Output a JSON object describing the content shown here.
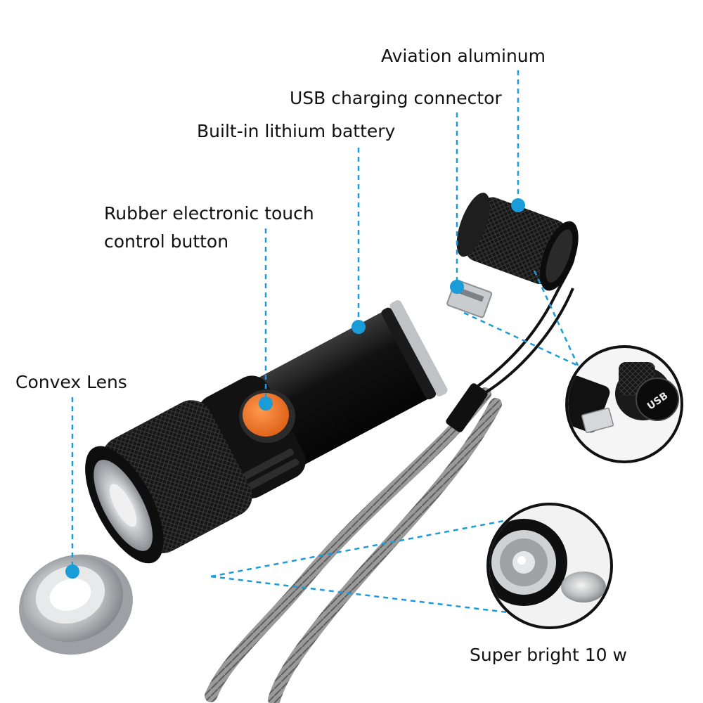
{
  "labels": {
    "aviation_aluminum": "Aviation aluminum",
    "usb_connector": "USB charging connector",
    "battery": "Built-in lithium battery",
    "touch_button_line1": "Rubber electronic touch",
    "touch_button_line2": "control button",
    "convex_lens": "Convex Lens",
    "super_bright": "Super bright 10 w"
  },
  "inset_usb": {
    "cap_text": "USB"
  },
  "colors": {
    "callout": "#1a9cd8",
    "button": "#f07a2a",
    "body": "#111111"
  }
}
